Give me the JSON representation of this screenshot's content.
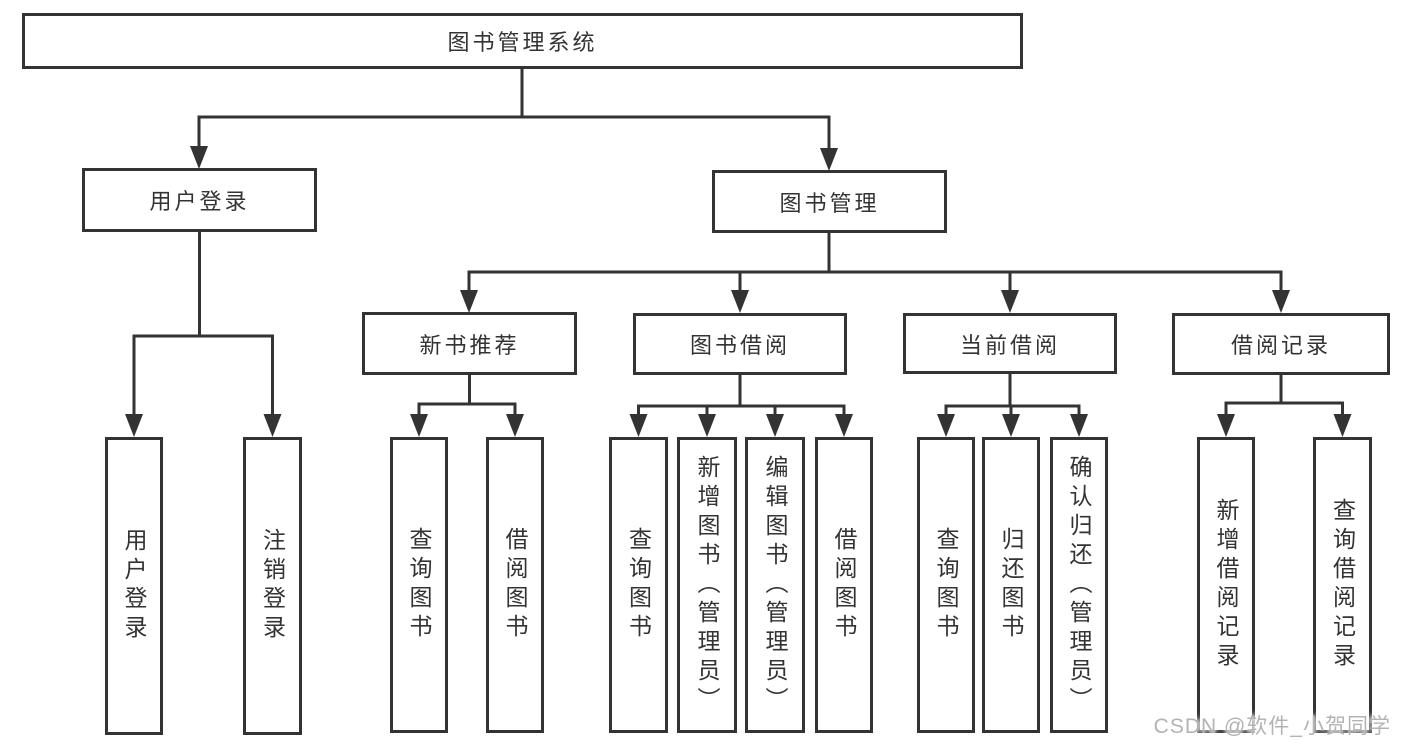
{
  "tree": {
    "label": "图书管理系统",
    "children": [
      {
        "label": "用户登录",
        "children": [
          {
            "label": "用户登录"
          },
          {
            "label": "注销登录"
          }
        ]
      },
      {
        "label": "图书管理",
        "children": [
          {
            "label": "新书推荐",
            "children": [
              {
                "label": "查询图书"
              },
              {
                "label": "借阅图书"
              }
            ]
          },
          {
            "label": "图书借阅",
            "children": [
              {
                "label": "查询图书"
              },
              {
                "label": "新增图书（管理员）"
              },
              {
                "label": "编辑图书（管理员）"
              },
              {
                "label": "借阅图书"
              }
            ]
          },
          {
            "label": "当前借阅",
            "children": [
              {
                "label": "查询图书"
              },
              {
                "label": "归还图书"
              },
              {
                "label": "确认归还（管理员）"
              }
            ]
          },
          {
            "label": "借阅记录",
            "children": [
              {
                "label": "新增借阅记录"
              },
              {
                "label": "查询借阅记录"
              }
            ]
          }
        ]
      }
    ]
  },
  "watermark": "CSDN @软件_小贺同学",
  "colors": {
    "line": "#333333",
    "box_fill": "#ffffff",
    "text": "#333333",
    "watermark": "#b3b3b3"
  }
}
